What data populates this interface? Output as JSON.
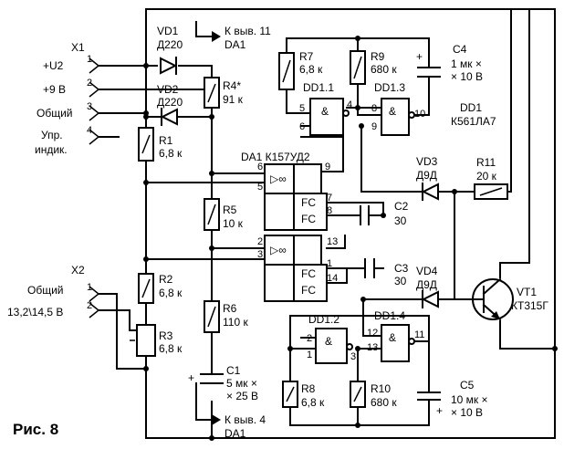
{
  "figure_label": "Рис. 8",
  "connectors": {
    "x1": {
      "name": "X1",
      "pins": [
        "+U2",
        "+9 В",
        "Общий",
        "Упр.",
        "индик."
      ]
    },
    "x2": {
      "name": "X2",
      "pins": [
        "Общий",
        "13,2\\14,5 В"
      ]
    }
  },
  "pin_numbers": {
    "p1": "1",
    "p2": "2",
    "p3": "3",
    "p4": "4",
    "q1": "1",
    "q2": "2"
  },
  "notes": {
    "top_line1": "К выв. 11",
    "top_line2": "DA1",
    "bottom_line1": "К выв. 4",
    "bottom_line2": "DA1"
  },
  "diodes": {
    "vd1": {
      "ref": "VD1",
      "type": "Д220"
    },
    "vd2": {
      "ref": "VD2",
      "type": "Д220"
    },
    "vd3": {
      "ref": "VD3",
      "type": "Д9Д"
    },
    "vd4": {
      "ref": "VD4",
      "type": "Д9Д"
    }
  },
  "resistors": {
    "r1": {
      "ref": "R1",
      "value": "6,8 к"
    },
    "r2": {
      "ref": "R2",
      "value": "6,8 к"
    },
    "r3": {
      "ref": "R3",
      "value": "6,8 к"
    },
    "r4": {
      "ref": "R4*",
      "value": "91 к"
    },
    "r5": {
      "ref": "R5",
      "value": "10 к"
    },
    "r6": {
      "ref": "R6",
      "value": "110 к"
    },
    "r7": {
      "ref": "R7",
      "value": "6,8 к"
    },
    "r8": {
      "ref": "R8",
      "value": "6,8 к"
    },
    "r9": {
      "ref": "R9",
      "value": "680 к"
    },
    "r10": {
      "ref": "R10",
      "value": "680 к"
    },
    "r11": {
      "ref": "R11",
      "value": "20 к"
    }
  },
  "capacitors": {
    "c1": {
      "ref": "C1",
      "value1": "5 мк ×",
      "value2": "× 25 В",
      "plus": "+"
    },
    "c2": {
      "ref": "C2",
      "value": "30"
    },
    "c3": {
      "ref": "C3",
      "value": "30"
    },
    "c4": {
      "ref": "C4",
      "value1": "1 мк ×",
      "value2": "× 10 В",
      "plus": "+"
    },
    "c5": {
      "ref": "C5",
      "value1": "10 мк ×",
      "value2": "× 10 В",
      "plus": "+"
    }
  },
  "da1": {
    "title": "DA1 К157УД2",
    "fc": "FC",
    "amp_symbol": "▷∞",
    "pins": {
      "p6": "6",
      "p5": "5",
      "p9": "9",
      "p7": "7",
      "p8": "8",
      "p2": "2",
      "p3": "3",
      "p13": "13",
      "p1": "1",
      "p14": "14"
    }
  },
  "dd1": {
    "ref": "DD1",
    "type": "К561ЛА7",
    "amp": "&",
    "g1": {
      "ref": "DD1.1",
      "in_a": "5",
      "in_b": "6",
      "out": "4"
    },
    "g2": {
      "ref": "DD1.2",
      "in_a": "2",
      "in_b": "1",
      "out": "3"
    },
    "g3": {
      "ref": "DD1.3",
      "in_a": "8",
      "in_b": "9",
      "out": "10"
    },
    "g4": {
      "ref": "DD1.4",
      "in_a": "12",
      "in_b": "13",
      "out": "11"
    }
  },
  "transistor": {
    "ref": "VT1",
    "type": "КТ315Г"
  }
}
